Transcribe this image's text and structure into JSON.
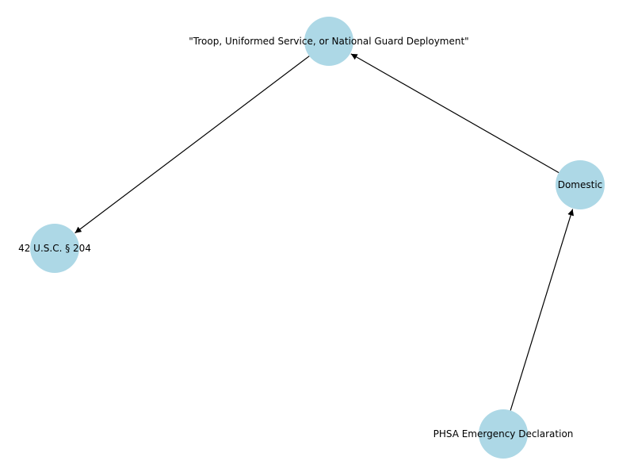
{
  "diagram": {
    "node_color": "#add8e6",
    "edge_color": "#000000",
    "label_color": "#000000",
    "nodes": [
      {
        "id": "troop",
        "label": "\"Troop, Uniformed Service, or National Guard Deployment\""
      },
      {
        "id": "domestic",
        "label": "Domestic"
      },
      {
        "id": "usc",
        "label": "42 U.S.C. § 204"
      },
      {
        "id": "phsa",
        "label": "PHSA Emergency Declaration"
      }
    ],
    "edges": [
      {
        "from": "troop",
        "to": "usc"
      },
      {
        "from": "domestic",
        "to": "troop"
      },
      {
        "from": "phsa",
        "to": "domestic"
      }
    ]
  }
}
